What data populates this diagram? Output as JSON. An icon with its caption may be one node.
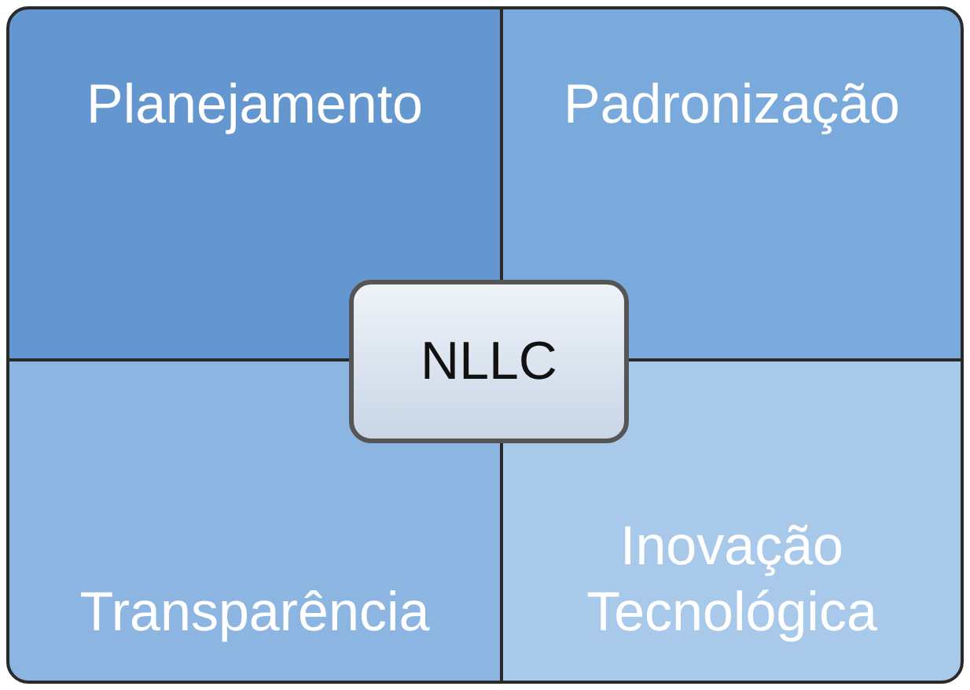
{
  "diagram": {
    "nodes": [
      {
        "text": [
          "Planejamento"
        ]
      },
      {
        "text": [
          "Padronização"
        ]
      },
      {
        "text": [
          "NLLC"
        ]
      },
      {
        "text": [
          "Transparência"
        ]
      },
      {
        "text": [
          "Inovação Tecnológica"
        ]
      }
    ]
  }
}
